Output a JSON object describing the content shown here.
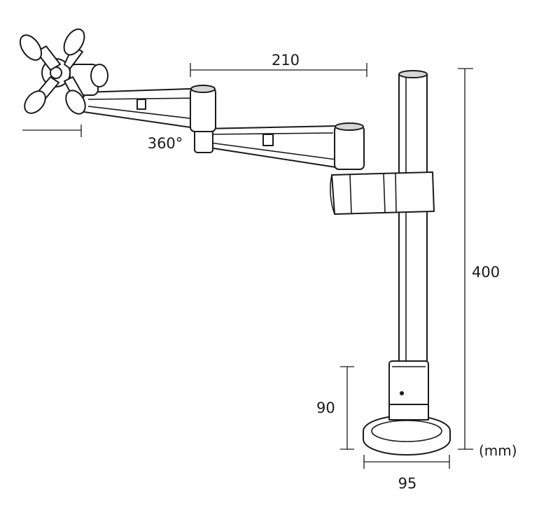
{
  "dimensions": {
    "arm_reach": "210",
    "rotation": "360°",
    "pole_height": "400",
    "clamp_height": "90",
    "base_width": "95",
    "unit": "(mm)"
  }
}
